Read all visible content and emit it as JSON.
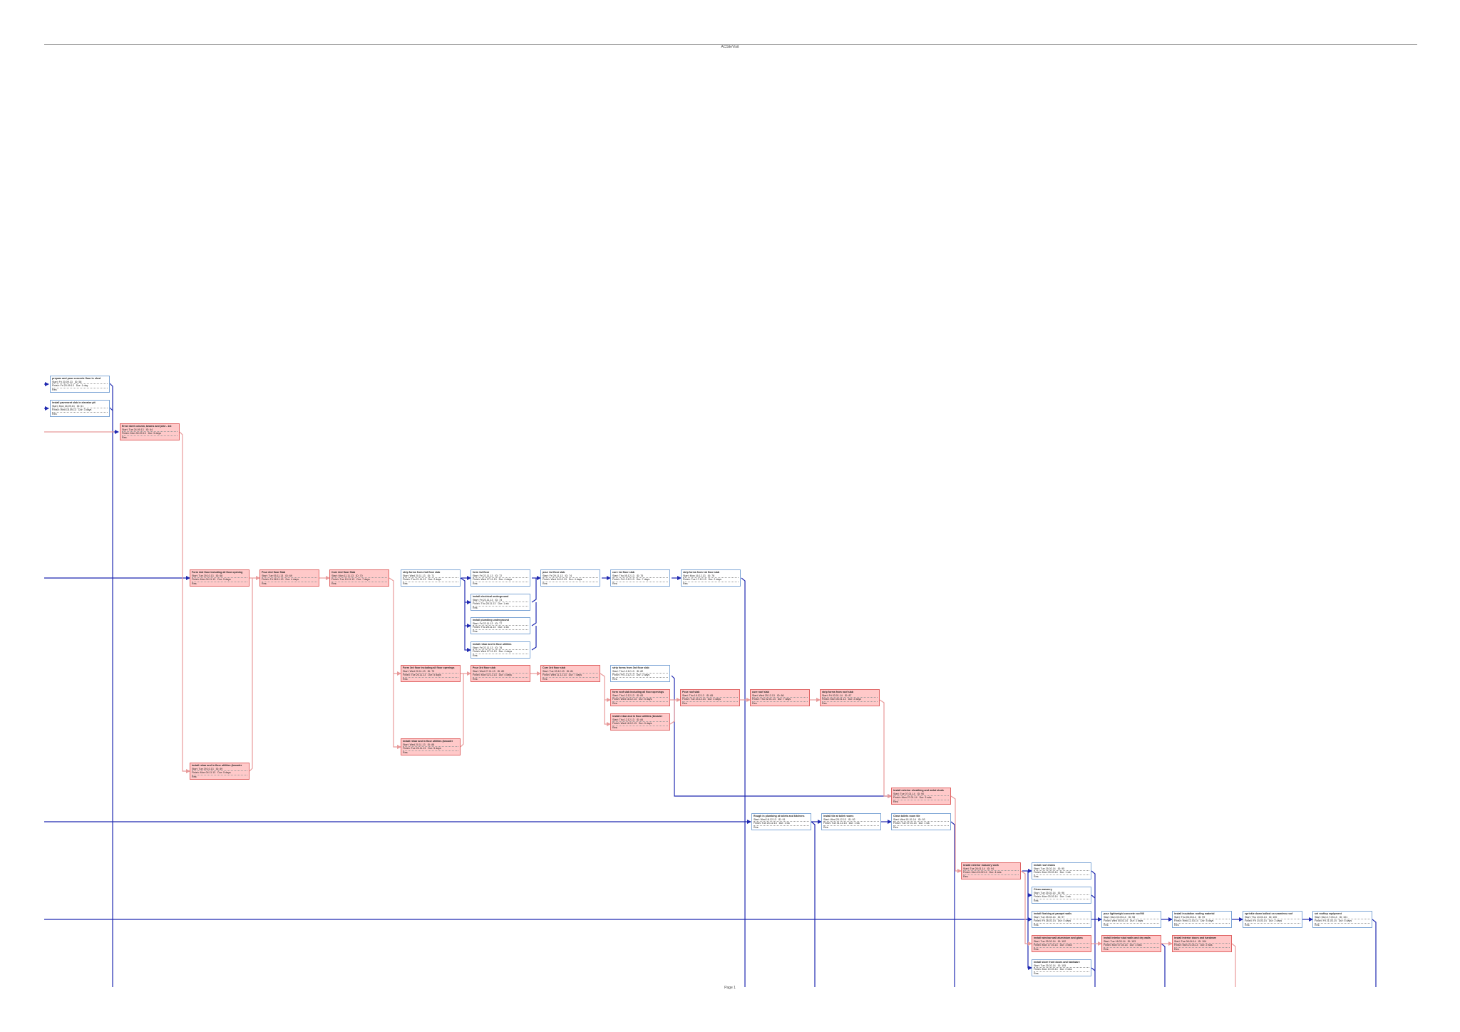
{
  "header": {
    "title": "ACSiteVisit"
  },
  "footer": {
    "page": "Page 1"
  },
  "colors": {
    "normal_link": "#1f28b0",
    "critical_link": "#e89a9a",
    "normal_fill": "#ffffff",
    "critical_fill": "#ffc9c9",
    "normal_border": "#7ea6d6",
    "critical_border": "#e06565"
  },
  "nodes": [
    {
      "name": "prepare and pour concrete floor in shed",
      "start": "Start: Fri 20.09.13",
      "id": "ID: 58",
      "finish": "Finish: Fri 20.09.13",
      "dur": "Dur: 1 day",
      "res": "Res:",
      "critical": false
    },
    {
      "name": "install pavement slab in elevator pit",
      "start": "Start: Mon 16.09.13",
      "id": "ID: 61",
      "finish": "Finish: Wed 18.09.13",
      "dur": "Dur: 3 days",
      "res": "Res:",
      "critical": false
    },
    {
      "name": "Erect steel column, beams and joist - 1st",
      "start": "Start: Tue 24.09.13",
      "id": "ID: 64",
      "finish": "Finish: Mon 30.09.13",
      "dur": "Dur: 5 days",
      "res": "Res:",
      "critical": true
    },
    {
      "name": "Form 2nd floor including all floor opening",
      "start": "Start: Tue 29.10.13",
      "id": "ID: 68",
      "finish": "Finish: Mon 04.11.13",
      "dur": "Dur: 5 days",
      "res": "Res:",
      "critical": true
    },
    {
      "name": "Pour 2nd floor Slab",
      "start": "Start: Tue 05.11.13",
      "id": "ID: 69",
      "finish": "Finish: Fri 08.11.13",
      "dur": "Dur: 4 days",
      "res": "Res:",
      "critical": true
    },
    {
      "name": "Cure 2nd floor Slab",
      "start": "Start: Mon 11.11.13",
      "id": "ID: 70",
      "finish": "Finish: Tue 19.11.13",
      "dur": "Dur: 7 days",
      "res": "Res:",
      "critical": true
    },
    {
      "name": "strip forms from 2nd floor slab",
      "start": "Start: Wed 20.11.13",
      "id": "ID: 71",
      "finish": "Finish: Thu 21.11.13",
      "dur": "Dur: 2 days",
      "res": "Res:",
      "critical": false
    },
    {
      "name": "form 1st floor",
      "start": "Start: Fri 22.11.13",
      "id": "ID: 72",
      "finish": "Finish: Wed 27.11.13",
      "dur": "Dur: 4 days",
      "res": "Res:",
      "critical": false
    },
    {
      "name": "pour 1st floor slab",
      "start": "Start: Fri 29.11.13",
      "id": "ID: 74",
      "finish": "Finish: Wed 04.12.13",
      "dur": "Dur: 4 days",
      "res": "Res:",
      "critical": false
    },
    {
      "name": "cure 1st floor slab",
      "start": "Start: Thu 05.12.13",
      "id": "ID: 75",
      "finish": "Finish: Fri 13.12.13",
      "dur": "Dur: 7 days",
      "res": "Res:",
      "critical": false
    },
    {
      "name": "strip forms from 1st floor slab",
      "start": "Start: Mon 16.12.13",
      "id": "ID: 76",
      "finish": "Finish: Tue 17.12.13",
      "dur": "Dur: 2 days",
      "res": "Res:",
      "critical": false
    },
    {
      "name": "install electrical underground",
      "start": "Start: Fri 22.11.13",
      "id": "ID: 73",
      "finish": "Finish: Thu 28.11.13",
      "dur": "Dur: 1 wk",
      "res": "Res:",
      "critical": false
    },
    {
      "name": "install plumbing underground",
      "start": "Start: Fri 22.11.13",
      "id": "ID: 77",
      "finish": "Finish: Thu 28.11.13",
      "dur": "Dur: 1 wk",
      "res": "Res:",
      "critical": false
    },
    {
      "name": "install rebar and in floor utilities",
      "start": "Start: Fri 22.11.13",
      "id": "ID: 78",
      "finish": "Finish: Wed 27.11.13",
      "dur": "Dur: 4 days",
      "res": "Res:",
      "critical": false
    },
    {
      "name": "Form 3rd floor including all floor openings",
      "start": "Start: Wed 20.11.13",
      "id": "ID: 79",
      "finish": "Finish: Tue 26.11.13",
      "dur": "Dur: 5 days",
      "res": "Res:",
      "critical": true
    },
    {
      "name": "Pour 3rd floor slab",
      "start": "Start: Wed 27.11.13",
      "id": "ID: 80",
      "finish": "Finish: Mon 02.12.13",
      "dur": "Dur: 4 days",
      "res": "Res:",
      "critical": true
    },
    {
      "name": "Cure 3rd floor slab",
      "start": "Start: Tue 03.12.13",
      "id": "ID: 81",
      "finish": "Finish: Wed 11.12.13",
      "dur": "Dur: 7 days",
      "res": "Res:",
      "critical": true
    },
    {
      "name": "strip forms from 3rd floor slab",
      "start": "Start: Thu 12.12.13",
      "id": "ID: 82",
      "finish": "Finish: Fri 13.12.13",
      "dur": "Dur: 2 days",
      "res": "Res:",
      "critical": false
    },
    {
      "name": "form roof slab including all floor openings",
      "start": "Start: Thu 12.12.13",
      "id": "ID: 83",
      "finish": "Finish: Wed 18.12.13",
      "dur": "Dur: 5 days",
      "res": "Res:",
      "critical": true
    },
    {
      "name": "install rebar and in floor utilities (broader",
      "start": "Start: Thu 12.12.13",
      "id": "ID: 84",
      "finish": "Finish: Wed 18.12.13",
      "dur": "Dur: 5 days",
      "res": "Res:",
      "critical": true
    },
    {
      "name": "Pour roof slab",
      "start": "Start: Thu 19.12.13",
      "id": "ID: 85",
      "finish": "Finish: Tue 24.12.13",
      "dur": "Dur: 4 days",
      "res": "Res:",
      "critical": true
    },
    {
      "name": "cure roof slab",
      "start": "Start: Wed 25.12.13",
      "id": "ID: 86",
      "finish": "Finish: Thu 02.01.14",
      "dur": "Dur: 7 days",
      "res": "Res:",
      "critical": true
    },
    {
      "name": "strip forms from roof slab",
      "start": "Start: Fri 03.01.14",
      "id": "ID: 87",
      "finish": "Finish: Mon 06.01.14",
      "dur": "Dur: 2 days",
      "res": "Res:",
      "critical": true
    },
    {
      "name": "install rebar and in floor utilities (broader",
      "start": "Start: Wed 20.11.13",
      "id": "ID: 88",
      "finish": "Finish: Tue 26.11.13",
      "dur": "Dur: 5 days",
      "res": "Res:",
      "critical": true
    },
    {
      "name": "install rebar and in floor utilities (broader",
      "start": "Start: Tue 29.10.13",
      "id": "ID: 89",
      "finish": "Finish: Mon 04.11.13",
      "dur": "Dur: 5 days",
      "res": "Res:",
      "critical": true
    },
    {
      "name": "install exterior sheathing and metal studs",
      "start": "Start: Tue 07.01.14",
      "id": "ID: 90",
      "finish": "Finish: Mon 27.01.14",
      "dur": "Dur: 3 wks",
      "res": "Res:",
      "critical": true
    },
    {
      "name": "Rough in plumbing at toilets and kitchens",
      "start": "Start: Wed 18.12.13",
      "id": "ID: 91",
      "finish": "Finish: Tue 24.12.13",
      "dur": "Dur: 1 wk",
      "res": "Res:",
      "critical": false
    },
    {
      "name": "install tile at toilet rooms",
      "start": "Start: Wed 25.12.13",
      "id": "ID: 92",
      "finish": "Finish: Tue 31.12.13",
      "dur": "Dur: 1 wk",
      "res": "Res:",
      "critical": false
    },
    {
      "name": "Clean toilets room tile",
      "start": "Start: Wed 01.01.14",
      "id": "ID: 93",
      "finish": "Finish: Tue 07.01.14",
      "dur": "Dur: 1 wk",
      "res": "Res:",
      "critical": false
    },
    {
      "name": "install exterior masonry work",
      "start": "Start: Tue 28.01.14",
      "id": "ID: 94",
      "finish": "Finish: Mon 24.02.14",
      "dur": "Dur: 4 wks",
      "res": "Res:",
      "critical": true
    },
    {
      "name": "install roof drains",
      "start": "Start: Tue 25.02.14",
      "id": "ID: 95",
      "finish": "Finish: Mon 03.03.14",
      "dur": "Dur: 1 wk",
      "res": "Res:",
      "critical": false
    },
    {
      "name": "Clean masonry",
      "start": "Start: Tue 25.02.14",
      "id": "ID: 96",
      "finish": "Finish: Mon 03.03.14",
      "dur": "Dur: 1 wk",
      "res": "Res:",
      "critical": false
    },
    {
      "name": "install flashing at parapet walls",
      "start": "Start: Tue 25.02.14",
      "id": "ID: 97",
      "finish": "Finish: Fri 28.02.14",
      "dur": "Dur: 4 days",
      "res": "Res:",
      "critical": false
    },
    {
      "name": "pour lightweight concrete roof fill",
      "start": "Start: Mon 03.03.14",
      "id": "ID: 98",
      "finish": "Finish: Wed 05.03.14",
      "dur": "Dur: 3 days",
      "res": "Res:",
      "critical": false
    },
    {
      "name": "install insulation roofing material",
      "start": "Start: Thu 06.03.14",
      "id": "ID: 99",
      "finish": "Finish: Wed 12.03.14",
      "dur": "Dur: 5 days",
      "res": "Res:",
      "critical": false
    },
    {
      "name": "sprinkle down ballast on seamless roof",
      "start": "Start: Thu 13.03.14",
      "id": "ID: 100",
      "finish": "Finish: Fri 14.03.14",
      "dur": "Dur: 2 days",
      "res": "Res:",
      "critical": false
    },
    {
      "name": "set rooftop equipment",
      "start": "Start: Mon 17.03.14",
      "id": "ID: 101",
      "finish": "Finish: Fri 21.03.14",
      "dur": "Dur: 5 days",
      "res": "Res:",
      "critical": false
    },
    {
      "name": "install window wall aluminium and glass",
      "start": "Start: Tue 25.02.14",
      "id": "ID: 102",
      "finish": "Finish: Mon 17.03.14",
      "dur": "Dur: 3 wks",
      "res": "Res:",
      "critical": true
    },
    {
      "name": "install interior stud walls and dry walls",
      "start": "Start: Tue 18.03.14",
      "id": "ID: 103",
      "finish": "Finish: Mon 07.04.14",
      "dur": "Dur: 3 wks",
      "res": "Res:",
      "critical": true
    },
    {
      "name": "install interior doors and hardware",
      "start": "Start: Tue 08.04.14",
      "id": "ID: 104",
      "finish": "Finish: Mon 21.04.14",
      "dur": "Dur: 2 wks",
      "res": "Res:",
      "critical": true
    },
    {
      "name": "install store front doors and hardware",
      "start": "Start: Tue 25.02.14",
      "id": "ID: 105",
      "finish": "Finish: Mon 10.03.14",
      "dur": "Dur: 2 wks",
      "res": "Res:",
      "critical": false
    }
  ]
}
